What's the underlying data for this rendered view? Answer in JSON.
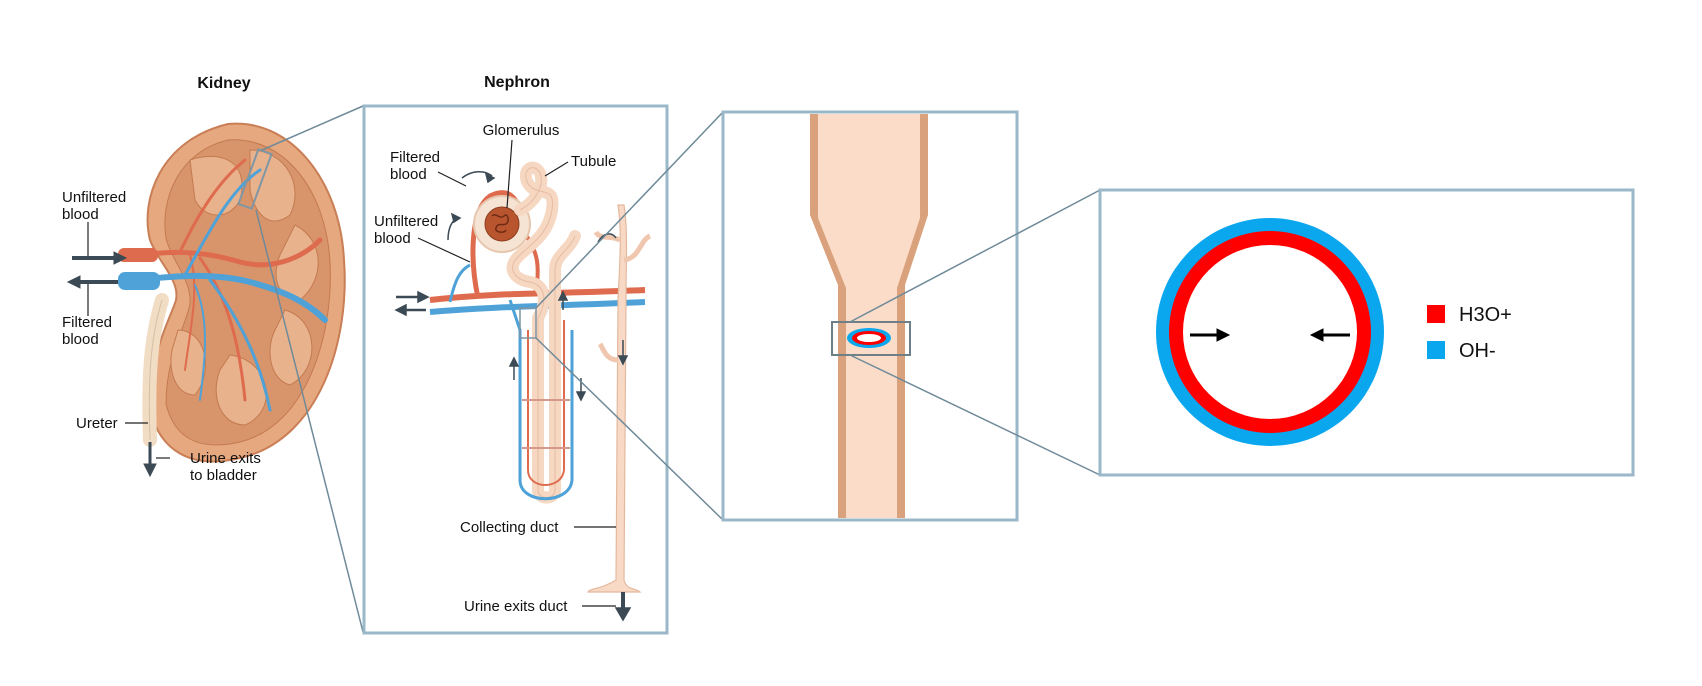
{
  "kidney": {
    "title": "Kidney",
    "unfiltered_blood": [
      "Unfiltered",
      "blood"
    ],
    "filtered_blood": [
      "Filtered",
      "blood"
    ],
    "ureter": "Ureter",
    "urine_exits": [
      "Urine exits",
      "to bladder"
    ]
  },
  "nephron": {
    "title": "Nephron",
    "glomerulus": "Glomerulus",
    "tubule": "Tubule",
    "filtered_blood": [
      "Filtered",
      "blood"
    ],
    "unfiltered_blood": [
      "Unfiltered",
      "blood"
    ],
    "collecting_duct": "Collecting duct",
    "urine_exits_duct": "Urine exits duct"
  },
  "legend": {
    "items": [
      {
        "label": "H3O+",
        "color": "#ff0000"
      },
      {
        "label": "OH-",
        "color": "#0aa7ef"
      }
    ]
  },
  "colors": {
    "frame": "#9ab8c8",
    "kidney_tissue": "#e0a279",
    "artery": "#df6b4e",
    "vein": "#4ea2d8",
    "duct": "#f8d9c6",
    "duct_wall": "#d9a27c",
    "h3o": "#ff0000",
    "oh": "#0aa7ef"
  }
}
